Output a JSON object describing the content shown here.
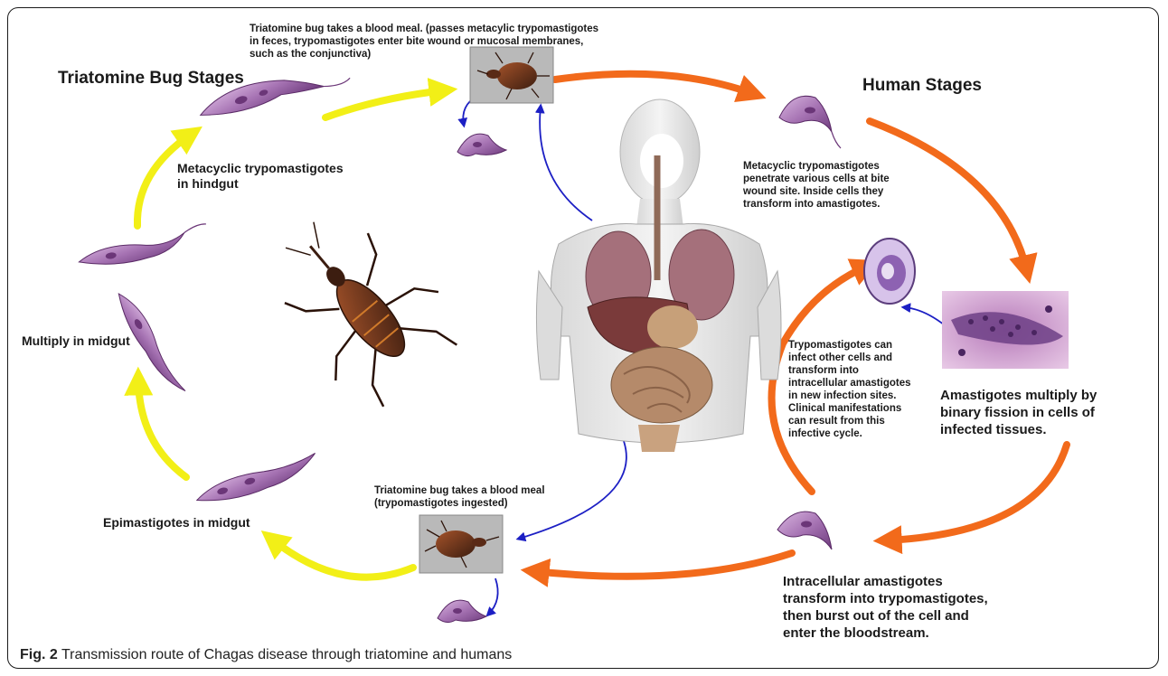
{
  "headings": {
    "bug_stages": "Triatomine Bug Stages",
    "human_stages": "Human Stages"
  },
  "labels": {
    "meal_top": "Triatomine bug takes a blood meal. (passes metacylic trypomastigotes\nin feces, trypomastigotes enter bite wound or mucosal membranes,\nsuch as the conjunctiva)",
    "meta_hindgut": "Metacyclic trypomastigotes\nin hindgut",
    "multiply_midgut": "Multiply in midgut",
    "epi_midgut": "Epimastigotes in midgut",
    "meal_bottom": "Triatomine bug takes a blood meal\n(trypomastigotes ingested)",
    "meta_penetrate": "Metacyclic trypomastigotes\npenetrate various cells at bite\nwound site. Inside cells they\ntransform into amastigotes.",
    "trypo_infect": "Trypomastigotes can\ninfect other cells and\ntransform into\nintracellular amastigotes\nin new infection sites.\nClinical manifestations\ncan result from this\ninfective cycle.",
    "amastigotes_multiply": "Amastigotes multiply by\nbinary fission in cells of\ninfected tissues.",
    "intracellular_transform": "Intracellular amastigotes\ntransform into trypomastigotes,\n then burst out of the cell and\nenter the bloodstream."
  },
  "caption": {
    "prefix": "Fig. 2",
    "text": " Transmission route of Chagas disease through triatomine and humans"
  },
  "colors": {
    "bug_cycle_arrow": "#f2ef17",
    "human_cycle_arrow": "#f26a1b",
    "transfer_arrow": "#1c1fc4",
    "parasite": "#9b5fa8"
  }
}
